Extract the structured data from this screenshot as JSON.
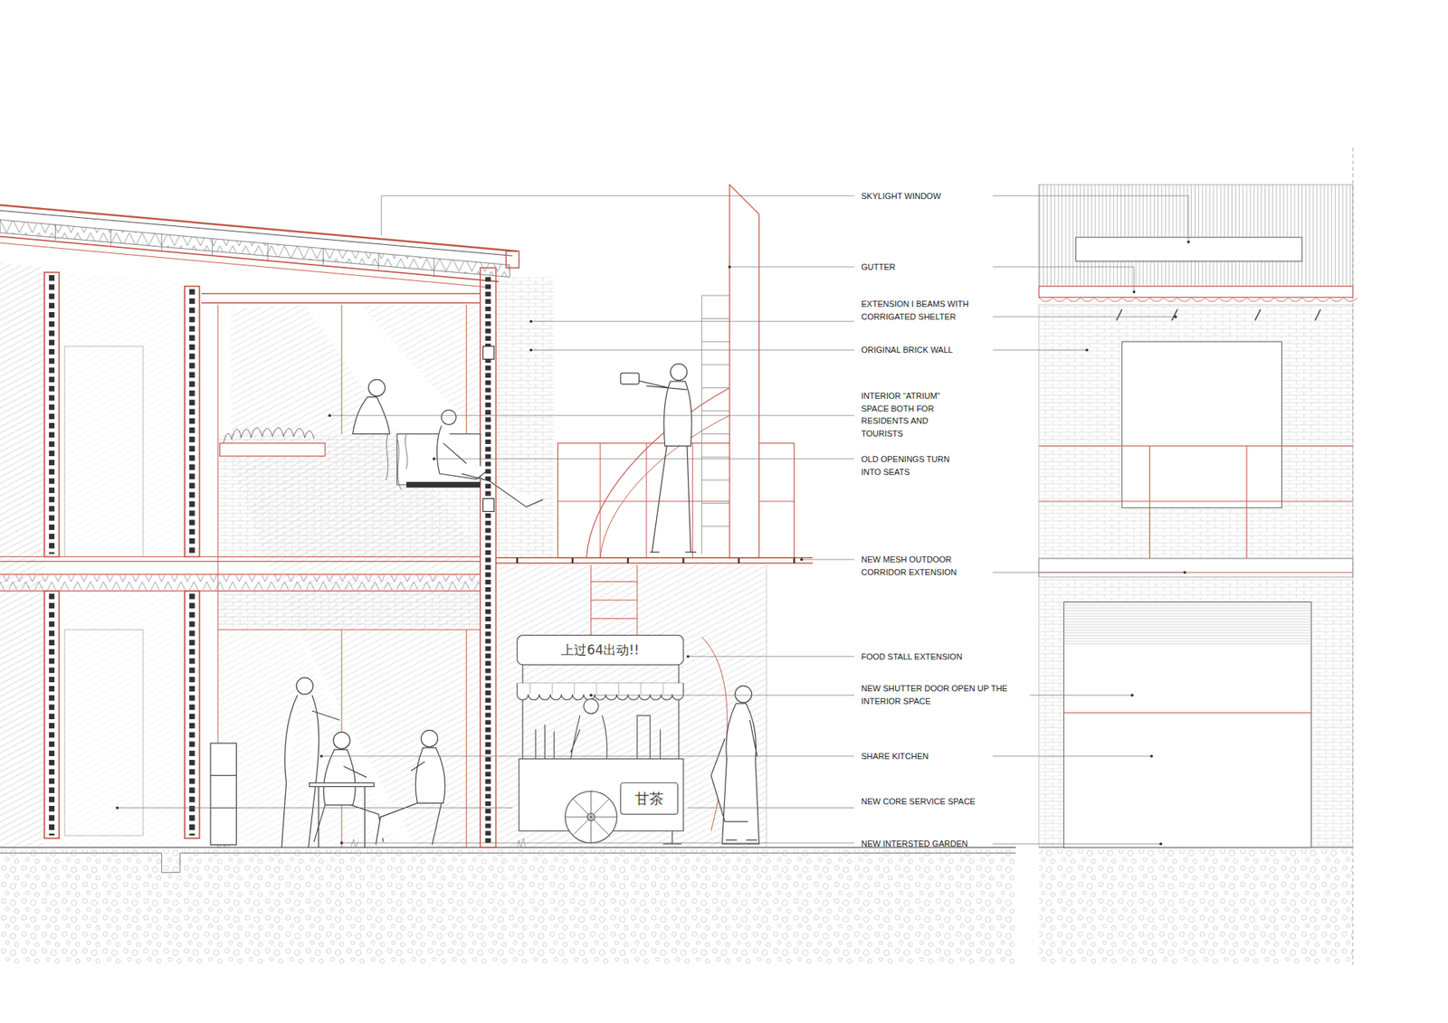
{
  "diagram": {
    "labels": [
      "SKYLIGHT WINDOW",
      "GUTTER",
      "EXTENSION I BEAMS WITH CORRIGATED SHELTER",
      "ORIGINAL BRICK WALL",
      "INTERIOR “ATRIUM” SPACE BOTH FOR RESIDENTS AND TOURISTS",
      "OLD OPENINGS TURN INTO SEATS",
      "NEW MESH OUTDOOR CORRIDOR EXTENSION",
      "FOOD STALL EXTENSION",
      "NEW SHUTTER DOOR OPEN UP THE INTERIOR SPACE",
      "SHARE KITCHEN",
      "NEW CORE SERVICE SPACE",
      "NEW INTERSTED GARDEN",
      "上过64出动!!",
      "甘茶"
    ]
  }
}
